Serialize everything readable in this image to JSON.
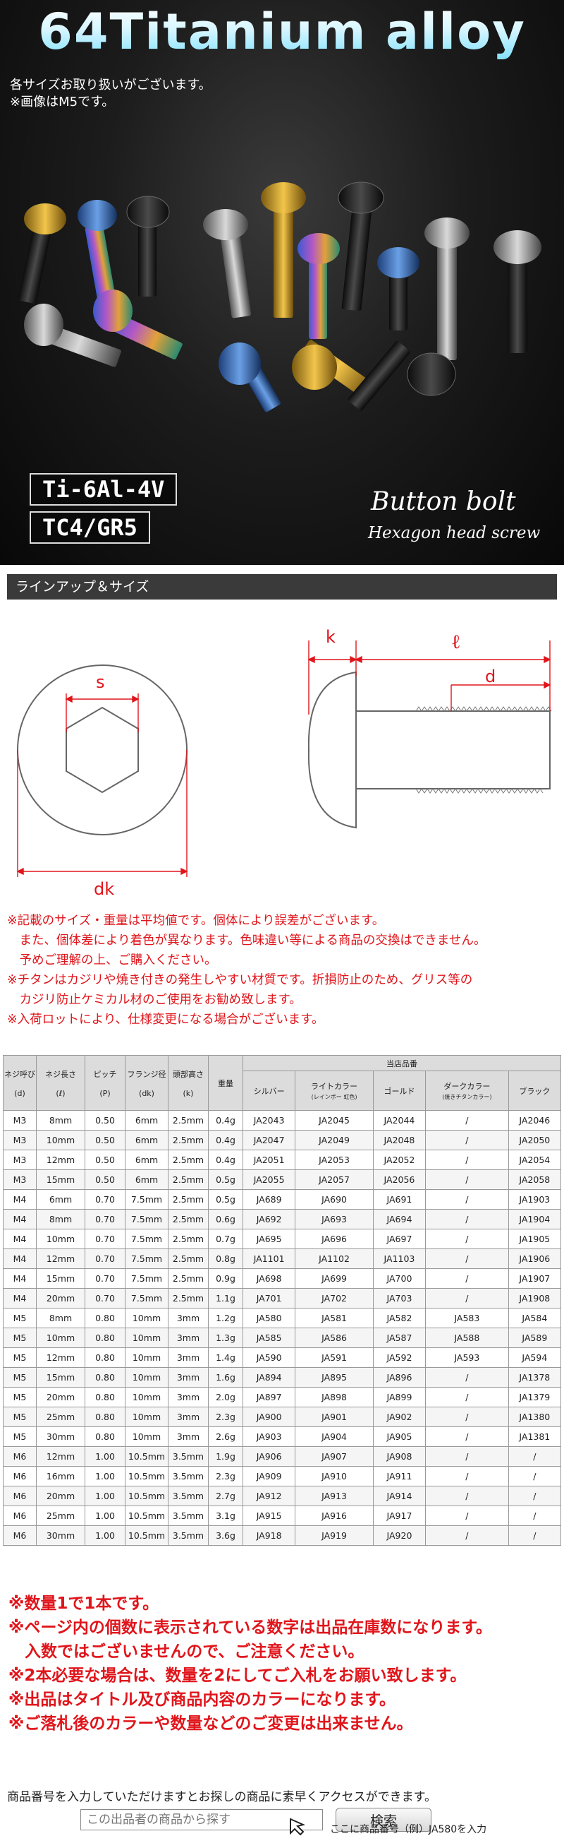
{
  "hero": {
    "title": "64Titanium alloy",
    "notes": [
      "各サイズお取り扱いがございます。",
      "※画像はM5です。"
    ],
    "badges": [
      "Ti-6Al-4V",
      "TC4/GR5"
    ],
    "product_name": "Button bolt",
    "product_sub": "Hexagon head screw"
  },
  "section_label": "ラインアップ＆サイズ",
  "diagram_labels": {
    "s": "s",
    "dk": "dk",
    "k": "k",
    "l": "ℓ",
    "d": "d"
  },
  "notes": [
    "※記載のサイズ・重量は平均値です。個体により誤差がございます。",
    "　また、個体差により着色が異なります。色味違い等による商品の交換はできません。",
    "　予めご理解の上、ご購入ください。",
    "※チタンはカジリや焼き付きの発生しやすい材質です。折損防止のため、グリス等の",
    "　カジリ防止ケミカル材のご使用をお勧め致します。",
    "※入荷ロットにより、仕様変更になる場合がございます。"
  ],
  "table": {
    "group_header": "当店品番",
    "headers": {
      "thread": "ネジ呼び",
      "thread_sym": "(d)",
      "length": "ネジ長さ",
      "length_sym": "(ℓ)",
      "pitch": "ピッチ",
      "pitch_sym": "(P)",
      "flange": "フランジ径",
      "flange_sym": "(dk)",
      "head": "頭部高さ",
      "head_sym": "(k)",
      "weight": "重量",
      "silver": "シルバー",
      "light": "ライトカラー",
      "light_sub": "(レインボー 虹色)",
      "gold": "ゴールド",
      "dark": "ダークカラー",
      "dark_sub": "(焼きチタンカラー)",
      "black": "ブラック"
    },
    "rows": [
      [
        "M3",
        "8mm",
        "0.50",
        "6mm",
        "2.5mm",
        "0.4g",
        "JA2043",
        "JA2045",
        "JA2044",
        "/",
        "JA2046"
      ],
      [
        "M3",
        "10mm",
        "0.50",
        "6mm",
        "2.5mm",
        "0.4g",
        "JA2047",
        "JA2049",
        "JA2048",
        "/",
        "JA2050"
      ],
      [
        "M3",
        "12mm",
        "0.50",
        "6mm",
        "2.5mm",
        "0.4g",
        "JA2051",
        "JA2053",
        "JA2052",
        "/",
        "JA2054"
      ],
      [
        "M3",
        "15mm",
        "0.50",
        "6mm",
        "2.5mm",
        "0.5g",
        "JA2055",
        "JA2057",
        "JA2056",
        "/",
        "JA2058"
      ],
      [
        "M4",
        "6mm",
        "0.70",
        "7.5mm",
        "2.5mm",
        "0.5g",
        "JA689",
        "JA690",
        "JA691",
        "/",
        "JA1903"
      ],
      [
        "M4",
        "8mm",
        "0.70",
        "7.5mm",
        "2.5mm",
        "0.6g",
        "JA692",
        "JA693",
        "JA694",
        "/",
        "JA1904"
      ],
      [
        "M4",
        "10mm",
        "0.70",
        "7.5mm",
        "2.5mm",
        "0.7g",
        "JA695",
        "JA696",
        "JA697",
        "/",
        "JA1905"
      ],
      [
        "M4",
        "12mm",
        "0.70",
        "7.5mm",
        "2.5mm",
        "0.8g",
        "JA1101",
        "JA1102",
        "JA1103",
        "/",
        "JA1906"
      ],
      [
        "M4",
        "15mm",
        "0.70",
        "7.5mm",
        "2.5mm",
        "0.9g",
        "JA698",
        "JA699",
        "JA700",
        "/",
        "JA1907"
      ],
      [
        "M4",
        "20mm",
        "0.70",
        "7.5mm",
        "2.5mm",
        "1.1g",
        "JA701",
        "JA702",
        "JA703",
        "/",
        "JA1908"
      ],
      [
        "M5",
        "8mm",
        "0.80",
        "10mm",
        "3mm",
        "1.2g",
        "JA580",
        "JA581",
        "JA582",
        "JA583",
        "JA584"
      ],
      [
        "M5",
        "10mm",
        "0.80",
        "10mm",
        "3mm",
        "1.3g",
        "JA585",
        "JA586",
        "JA587",
        "JA588",
        "JA589"
      ],
      [
        "M5",
        "12mm",
        "0.80",
        "10mm",
        "3mm",
        "1.4g",
        "JA590",
        "JA591",
        "JA592",
        "JA593",
        "JA594"
      ],
      [
        "M5",
        "15mm",
        "0.80",
        "10mm",
        "3mm",
        "1.6g",
        "JA894",
        "JA895",
        "JA896",
        "/",
        "JA1378"
      ],
      [
        "M5",
        "20mm",
        "0.80",
        "10mm",
        "3mm",
        "2.0g",
        "JA897",
        "JA898",
        "JA899",
        "/",
        "JA1379"
      ],
      [
        "M5",
        "25mm",
        "0.80",
        "10mm",
        "3mm",
        "2.3g",
        "JA900",
        "JA901",
        "JA902",
        "/",
        "JA1380"
      ],
      [
        "M5",
        "30mm",
        "0.80",
        "10mm",
        "3mm",
        "2.6g",
        "JA903",
        "JA904",
        "JA905",
        "/",
        "JA1381"
      ],
      [
        "M6",
        "12mm",
        "1.00",
        "10.5mm",
        "3.5mm",
        "1.9g",
        "JA906",
        "JA907",
        "JA908",
        "/",
        "/"
      ],
      [
        "M6",
        "16mm",
        "1.00",
        "10.5mm",
        "3.5mm",
        "2.3g",
        "JA909",
        "JA910",
        "JA911",
        "/",
        "/"
      ],
      [
        "M6",
        "20mm",
        "1.00",
        "10.5mm",
        "3.5mm",
        "2.7g",
        "JA912",
        "JA913",
        "JA914",
        "/",
        "/"
      ],
      [
        "M6",
        "25mm",
        "1.00",
        "10.5mm",
        "3.5mm",
        "3.1g",
        "JA915",
        "JA916",
        "JA917",
        "/",
        "/"
      ],
      [
        "M6",
        "30mm",
        "1.00",
        "10.5mm",
        "3.5mm",
        "3.6g",
        "JA918",
        "JA919",
        "JA920",
        "/",
        "/"
      ]
    ]
  },
  "bottom_notes": [
    "※数量1で1本です。",
    "※ページ内の個数に表示されている数字は出品在庫数になります。",
    "　入数ではございませんので、ご注意ください。",
    "※2本必要な場合は、数量を2にしてご入札をお願い致します。",
    "※出品はタイトル及び商品内容のカラーになります。",
    "※ご落札後のカラーや数量などのご変更は出来ません。"
  ],
  "search": {
    "help": "商品番号を入力していただけますとお探しの商品に素早くアクセスができます。",
    "placeholder": "この出品者の商品から探す",
    "button": "検索",
    "hint": "ここに商品番号（例）JA580を入力"
  },
  "colors": {
    "note_red": "#e0151b",
    "dimension_red": "#e0151b",
    "table_header": "#dcdcdc"
  }
}
